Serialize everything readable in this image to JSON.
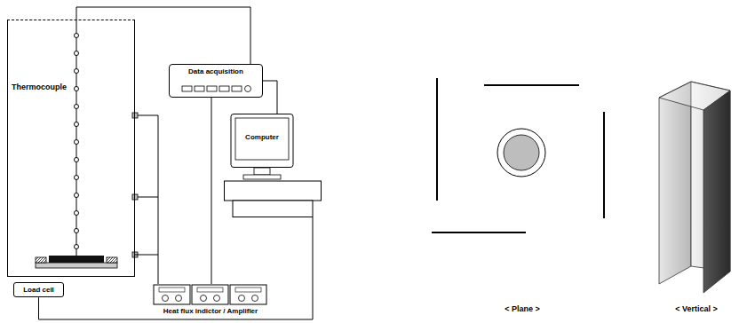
{
  "diagram": {
    "nodes": [
      {
        "text": [
          "Thermocouple"
        ]
      },
      {
        "text": [
          "Load cell"
        ]
      },
      {
        "text": [
          "Data acquisition"
        ]
      },
      {
        "text": [
          "Computer"
        ]
      },
      {
        "text": [
          "Heat flux indictor / Amplifier"
        ]
      }
    ],
    "edges": [
      {
        "from": 0,
        "to": 2,
        "arrow": "none"
      },
      {
        "from": 2,
        "to": 3,
        "arrow": "none"
      },
      {
        "from": 4,
        "to": 2,
        "arrow": "none"
      },
      {
        "from": 1,
        "to": 3,
        "arrow": "none"
      },
      {
        "from": 0,
        "to": 4,
        "arrow": "none"
      }
    ],
    "labels": [
      "< Plane >",
      "< Vertical >"
    ]
  }
}
